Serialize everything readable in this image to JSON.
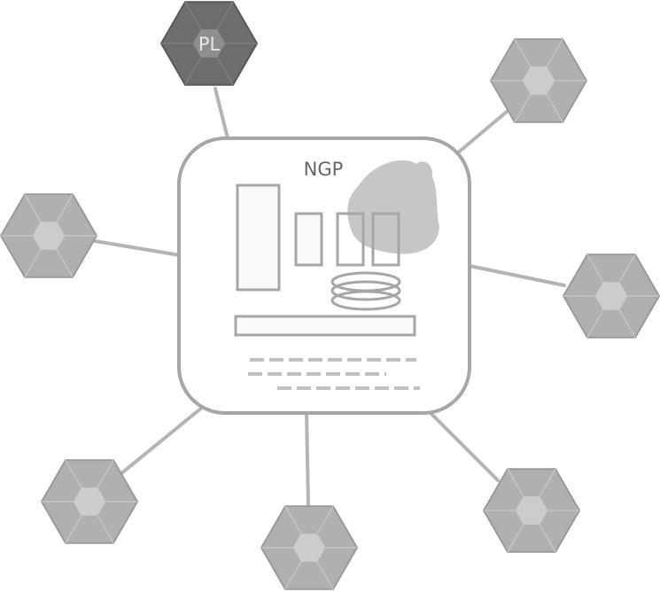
{
  "center": {
    "label": "NGP"
  },
  "nodes": [
    {
      "id": "pl",
      "label": "PL",
      "tone": "dark"
    },
    {
      "id": "upper-right",
      "label": "",
      "tone": "light"
    },
    {
      "id": "left",
      "label": "",
      "tone": "light"
    },
    {
      "id": "right",
      "label": "",
      "tone": "light"
    },
    {
      "id": "lower-left",
      "label": "",
      "tone": "light"
    },
    {
      "id": "bottom",
      "label": "",
      "tone": "light"
    },
    {
      "id": "lower-right",
      "label": "",
      "tone": "light"
    }
  ],
  "colors": {
    "dark_fill": "#6e6e6e",
    "dark_inner": "#8e8e8e",
    "dark_edge": "#585858",
    "light_fill": "#b0b0b0",
    "light_inner": "#cccccc",
    "light_edge": "#9a9a9a",
    "connector": "#b4b4b4",
    "card_border": "#a6a6a6",
    "label_dark": "#666666",
    "label_light": "#e8e8e8"
  }
}
